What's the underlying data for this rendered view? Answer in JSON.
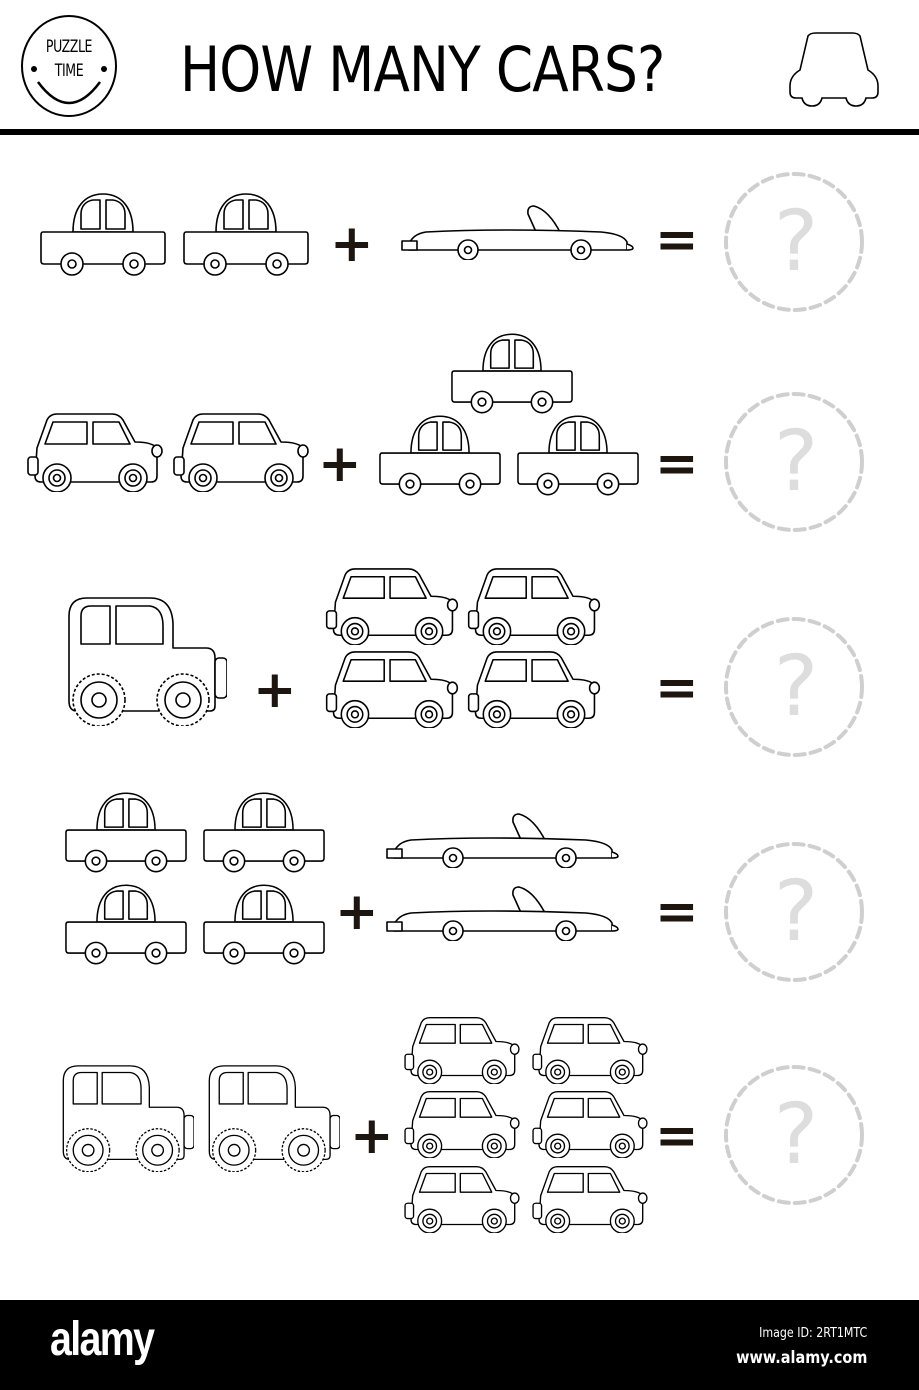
{
  "header": {
    "logo_line1": "PUZZLE",
    "logo_line2": "TIME",
    "title": "HOW MANY CARS?",
    "decoration_icon": "car-outline-front-icon"
  },
  "symbols": {
    "plus": "+",
    "equals": "=",
    "unknown": "?"
  },
  "colors": {
    "line": "#000000",
    "operator": "#1d1510",
    "answer_dashed": "#cfcfcf",
    "question_mark": "#dddddd",
    "footer_bg": "#000000"
  },
  "equations": [
    {
      "left": {
        "type": "sedan",
        "count": 2
      },
      "right": {
        "type": "convertible",
        "count": 1
      },
      "answer": "?"
    },
    {
      "left": {
        "type": "hatchback",
        "count": 2
      },
      "right": {
        "type": "sedan",
        "count": 3
      },
      "answer": "?"
    },
    {
      "left": {
        "type": "jeep",
        "count": 1
      },
      "right": {
        "type": "hatchback",
        "count": 4
      },
      "answer": "?"
    },
    {
      "left": {
        "type": "sedan",
        "count": 4
      },
      "right": {
        "type": "convertible",
        "count": 2
      },
      "answer": "?"
    },
    {
      "left": {
        "type": "jeep",
        "count": 2
      },
      "right": {
        "type": "hatchback",
        "count": 6
      },
      "answer": "?"
    }
  ],
  "footer": {
    "brand": "alamy",
    "image_id": "Image ID: 2RT1MTC",
    "site": "www.alamy.com"
  }
}
